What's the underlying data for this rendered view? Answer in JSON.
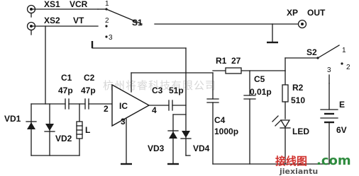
{
  "labels": {
    "xs1": "XS1",
    "vcr": "VCR",
    "xs2": "XS2",
    "vt": "VT",
    "s1": "S1",
    "xp": "XP",
    "out": "OUT",
    "s1_pos1": "1",
    "s1_pos2": "2",
    "s1_pos3": "3",
    "c1": "C1",
    "c1_val": "47p",
    "c2": "C2",
    "c2_val": "47p",
    "c3": "C3",
    "c3_val": "51p",
    "ic": "IC",
    "ic_pin2": "2",
    "ic_pin3": "3",
    "ic_pin4": "4",
    "l": "L",
    "vd1": "VD1",
    "vd2": "VD2",
    "vd3": "VD3",
    "vd4": "VD4",
    "r1": "R1",
    "r1_val": "27",
    "c4": "C4",
    "c4_val": "1000p",
    "c5": "C5",
    "c5_val": "0.01p",
    "r2": "R2",
    "r2_val": "510",
    "led": "LED",
    "s2": "S2",
    "s2_pos1": "1",
    "s2_pos2": "2",
    "s2_pos3": "3",
    "e": "E",
    "e_val": "6V"
  },
  "watermark": "杭州将睿科技有限公司",
  "footer": {
    "brand": "接线图",
    "dotcom": ".com",
    "domain": "jiexiantu"
  },
  "colors": {
    "ink": "#1a1a1a",
    "watermark": "#d6d6d6",
    "brand_red": "#d0312d",
    "brand_green": "#2e8b3e"
  }
}
